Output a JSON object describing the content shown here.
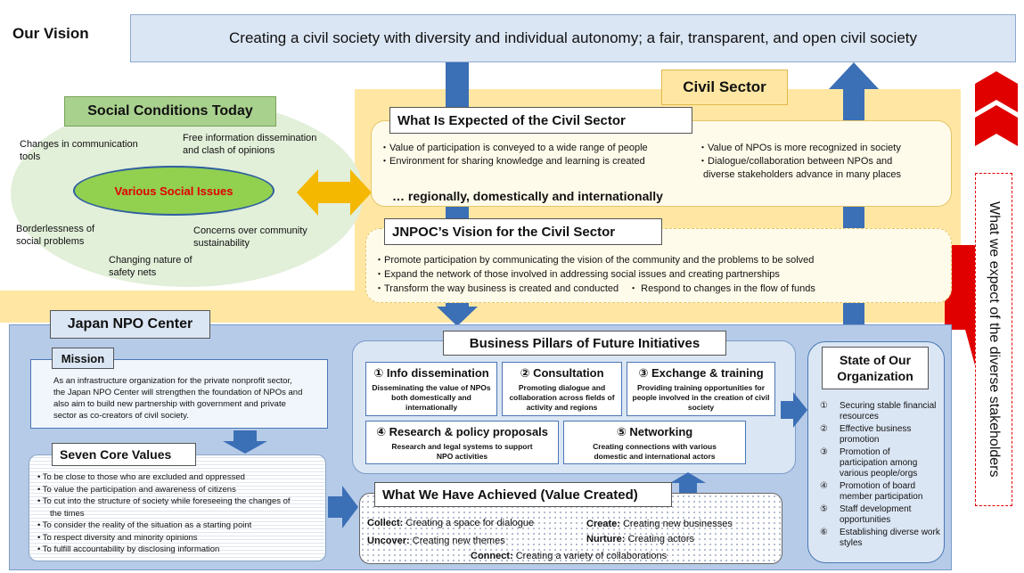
{
  "vision": {
    "label": "Our Vision",
    "text": "Creating a civil society with diversity and individual autonomy; a fair, transparent, and open civil society"
  },
  "civil_sector": {
    "title": "Civil Sector",
    "expected": {
      "title": "What Is Expected of the Civil Sector",
      "items_left": [
        "・Value of participation is conveyed to a wide range of people",
        "・Environment for sharing knowledge and learning is created"
      ],
      "items_right": [
        "・Value of NPOs is more recognized in society",
        "・Dialogue/collaboration between NPOs and",
        "diverse stakeholders advance in many places"
      ],
      "tagline": "… regionally, domestically and internationally"
    },
    "jnpoc_vision": {
      "title": "JNPOC’s Vision for the Civil Sector",
      "items": [
        "・Promote participation by communicating the vision of the community and the problems to be solved",
        "・Expand the network of those involved in addressing social issues and creating partnerships",
        "・Transform the way business is created and conducted　・ Respond to changes in the flow of funds"
      ]
    }
  },
  "social_conditions": {
    "title": "Social Conditions Today",
    "center": "Various Social Issues",
    "items": {
      "communication": [
        "Changes in communication",
        "tools"
      ],
      "information": [
        "Free information dissemination",
        "and clash of opinions"
      ],
      "borderless": [
        "Borderlessness of",
        "social problems"
      ],
      "community": [
        "Concerns over community",
        "sustainability"
      ],
      "safety": [
        "Changing nature of",
        "safety nets"
      ]
    }
  },
  "npo_center": {
    "title": "Japan NPO Center",
    "mission": {
      "title": "Mission",
      "lines": [
        "As an infrastructure organization for the private nonprofit sector,",
        "the Japan NPO Center will strengthen the foundation of NPOs and",
        "also aim to build new partnership with government and private",
        "sector as co-creators of civil society."
      ]
    },
    "core_values": {
      "title": "Seven Core Values",
      "items": [
        "To be close to those who are excluded and oppressed",
        "To value the participation and awareness of citizens",
        "To cut into the structure of society while foreseeing the changes of",
        "the times",
        "To consider the reality of the situation as a starting point",
        "To respect diversity and minority opinions",
        "To fulfill accountability by disclosing information"
      ]
    },
    "pillars": {
      "title": "Business Pillars of Future Initiatives",
      "items": [
        {
          "title": "① Info dissemination",
          "desc": [
            "Disseminating the value of NPOs",
            "both domestically and",
            "internationally"
          ]
        },
        {
          "title": "② Consultation",
          "desc": [
            "Promoting dialogue and",
            "collaboration across fields of",
            "activity and regions"
          ]
        },
        {
          "title": "③ Exchange & training",
          "desc": [
            "Providing training opportunities for",
            "people involved in the creation of civil",
            "society"
          ]
        },
        {
          "title": "④ Research & policy proposals",
          "desc": [
            "Research and legal systems to support",
            "NPO activities"
          ]
        },
        {
          "title": "⑤ Networking",
          "desc": [
            "Creating connections with various",
            "domestic and international actors"
          ]
        }
      ]
    },
    "achieved": {
      "title": "What We Have Achieved (Value Created)",
      "collect_label": "Collect:",
      "collect_text": "Creating a space for dialogue",
      "create_label": "Create:",
      "create_text": "Creating new businesses",
      "uncover_label": "Uncover:",
      "uncover_text": "Creating new themes",
      "nurture_label": "Nurture:",
      "nurture_text": "Creating actors",
      "connect_label": "Connect:",
      "connect_text": "Creating a variety of collaborations"
    },
    "state": {
      "title": "State of Our Organization",
      "items": [
        {
          "num": "①",
          "lines": [
            "Securing stable financial",
            "resources"
          ]
        },
        {
          "num": "②",
          "lines": [
            "Effective business",
            "promotion"
          ]
        },
        {
          "num": "③",
          "lines": [
            "Promotion of",
            "participation among",
            "various people/orgs"
          ]
        },
        {
          "num": "④",
          "lines": [
            "Promotion of board",
            "member participation"
          ]
        },
        {
          "num": "⑤",
          "lines": [
            "Staff development",
            "opportunities"
          ]
        },
        {
          "num": "⑥",
          "lines": [
            "Establishing diverse work",
            "styles"
          ]
        }
      ]
    }
  },
  "stakeholders_text": "What we expect of the diverse stakeholders",
  "colors": {
    "civil_bg": "#ffe7a3",
    "npo_bg": "#b6cbe8",
    "arrow_blue": "#3b6fb6",
    "arrow_red": "#e00000",
    "arrow_yellow": "#f5b800"
  }
}
